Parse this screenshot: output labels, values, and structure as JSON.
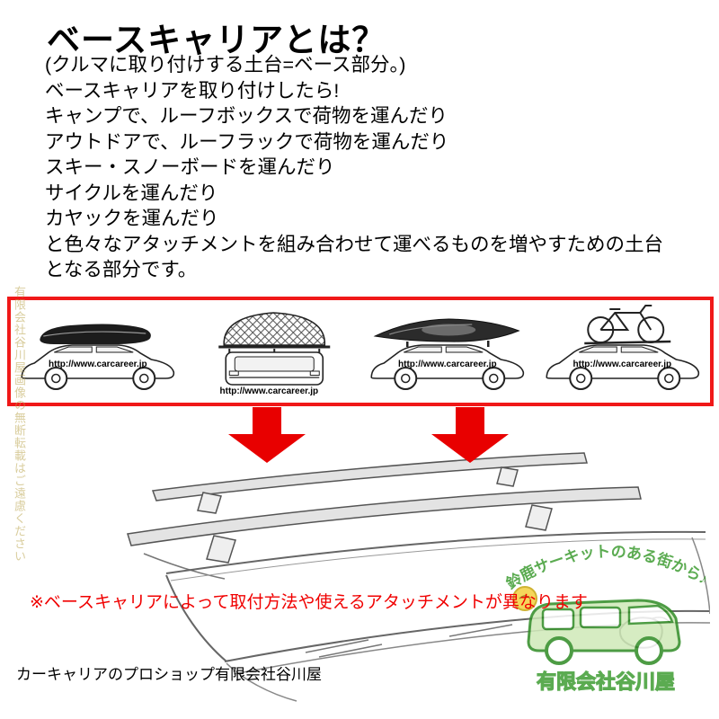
{
  "header": {
    "title": "ベースキャリアとは？"
  },
  "intro": {
    "lines": [
      "(クルマに取り付けする土台=ベース部分。)",
      "ベースキャリアを取り付けしたら!",
      "キャンプで、ルーフボックスで荷物を運んだり",
      "アウトドアで、ルーフラックで荷物を運んだり",
      "スキー・スノーボードを運んだり",
      "サイクルを運んだり",
      "カヤックを運んだり",
      "と色々なアタッチメントを組み合わせて運べるものを増やすための土台",
      "となる部分です。"
    ]
  },
  "examples": {
    "items": [
      {
        "name": "roof-box-car",
        "url": "http://www.carcareer.jp"
      },
      {
        "name": "roof-rack-net-car",
        "url": "http://www.carcareer.jp"
      },
      {
        "name": "kayak-car",
        "url": "http://www.carcareer.jp"
      },
      {
        "name": "bike-car",
        "url": "http://www.carcareer.jp"
      }
    ]
  },
  "note": {
    "text": "※ベースキャリアによって取付方法や使えるアタッチメントが異なります"
  },
  "footer": {
    "text": "カーキャリアのプロショップ有限会社谷川屋"
  },
  "watermarks": {
    "left_text": "有限会社谷川屋画像の無断転載はご遠慮ください",
    "logo_arc_text": "鈴鹿サーキットのある街から♪",
    "logo_company": "有限会社谷川屋"
  },
  "colors": {
    "panel_border_red": "#f01818",
    "arrow_red": "#e80000",
    "note_red": "#f00000",
    "logo_green": "#3f9d33",
    "watermark_gold": "#baa44c"
  }
}
